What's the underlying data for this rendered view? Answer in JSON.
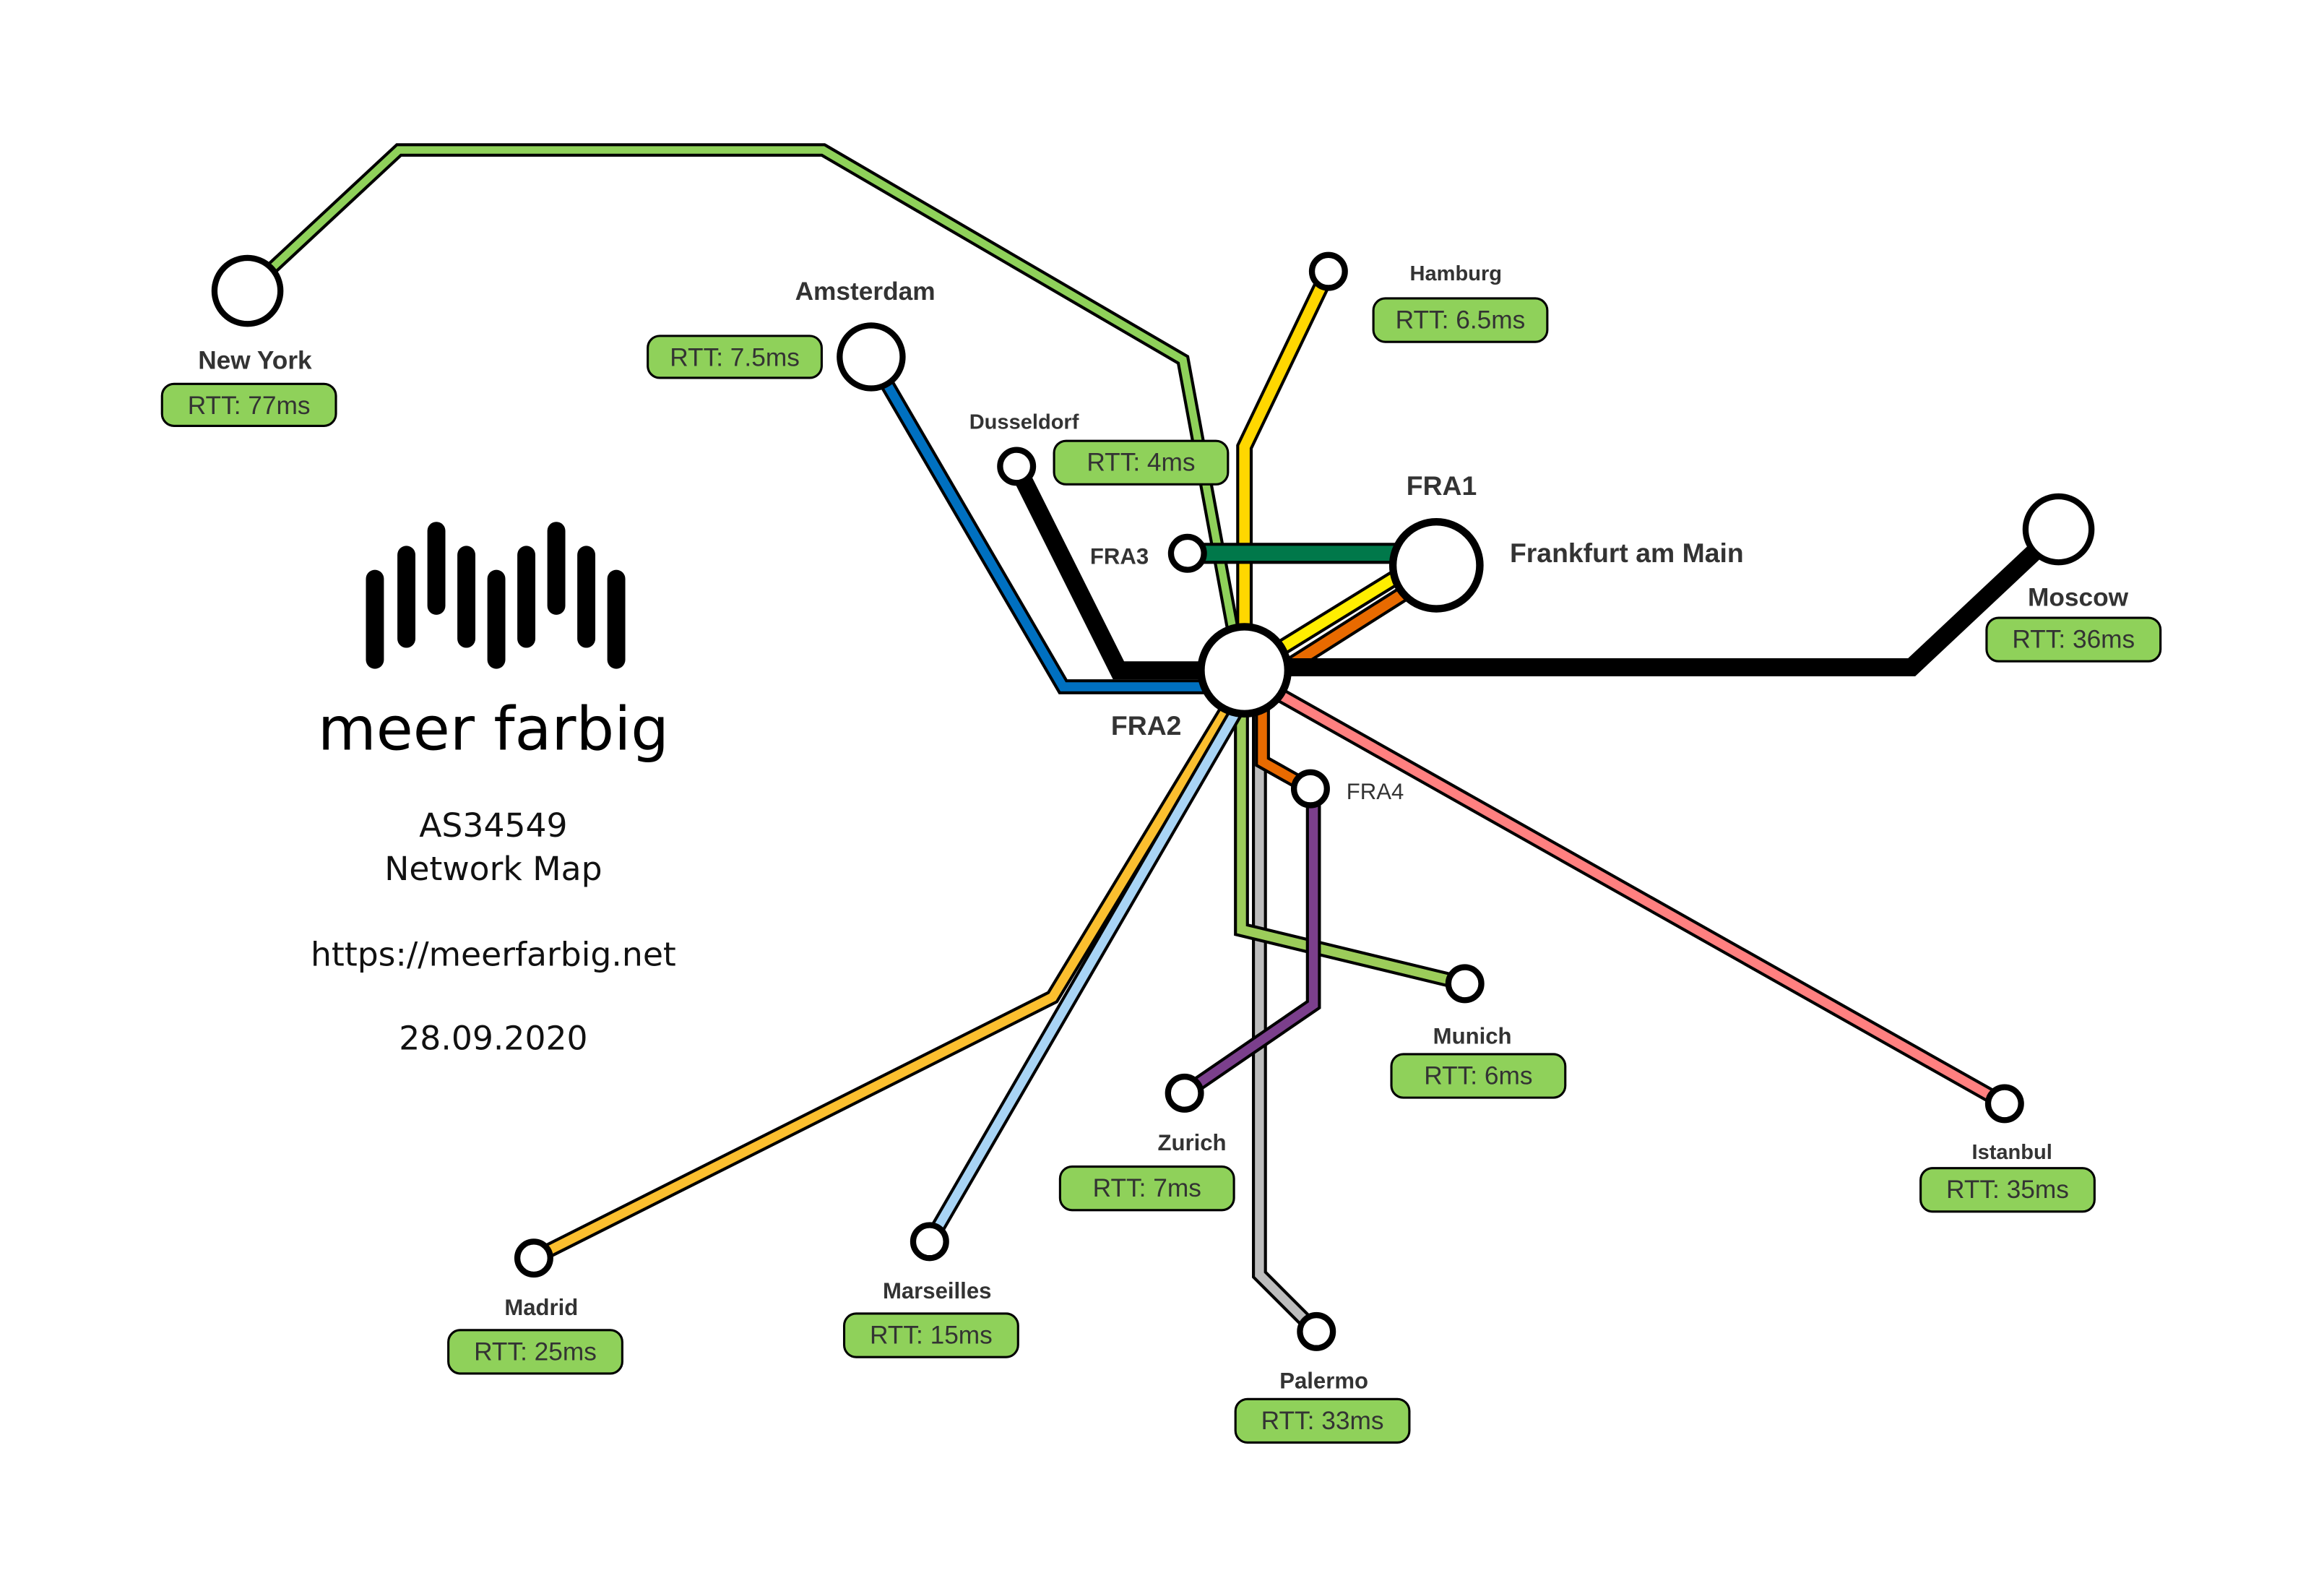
{
  "info": {
    "brand": "meer farbig",
    "asn": "AS34549",
    "subtitle": "Network Map",
    "url": "https://meerfarbig.net",
    "date": "28.09.2020"
  },
  "hubs": {
    "fra1": "FRA1",
    "fra2": "FRA2",
    "fra3": "FRA3",
    "fra4": "FRA4",
    "frankfurt": "Frankfurt am Main"
  },
  "destinations": {
    "new_york": {
      "name": "New York",
      "rtt": "RTT: 77ms"
    },
    "amsterdam": {
      "name": "Amsterdam",
      "rtt": "RTT: 7.5ms"
    },
    "dusseldorf": {
      "name": "Dusseldorf",
      "rtt": "RTT: 4ms"
    },
    "hamburg": {
      "name": "Hamburg",
      "rtt": "RTT: 6.5ms"
    },
    "moscow": {
      "name": "Moscow",
      "rtt": "RTT: 36ms"
    },
    "istanbul": {
      "name": "Istanbul",
      "rtt": "RTT: 35ms"
    },
    "munich": {
      "name": "Munich",
      "rtt": "RTT: 6ms"
    },
    "zurich": {
      "name": "Zurich",
      "rtt": "RTT: 7ms"
    },
    "palermo": {
      "name": "Palermo",
      "rtt": "RTT: 33ms"
    },
    "marseilles": {
      "name": "Marseilles",
      "rtt": "RTT: 15ms"
    },
    "madrid": {
      "name": "Madrid",
      "rtt": "RTT: 25ms"
    }
  },
  "colors": {
    "new_york": "#8fd15a",
    "amsterdam": "#0070c0",
    "dusseldorf": "#000000",
    "hamburg": "#ffd700",
    "fra3": "#00784a",
    "fra1_a": "#ffee00",
    "fra1_b": "#e86a00",
    "moscow": "#000000",
    "istanbul": "#ff8080",
    "munich": "#9ccc5a",
    "zurich": "#7b3f8c",
    "palermo": "#bdbdbd",
    "marseilles": "#a8d4f5",
    "madrid": "#fbbf2f",
    "rtt_box": "#8fd15a"
  }
}
